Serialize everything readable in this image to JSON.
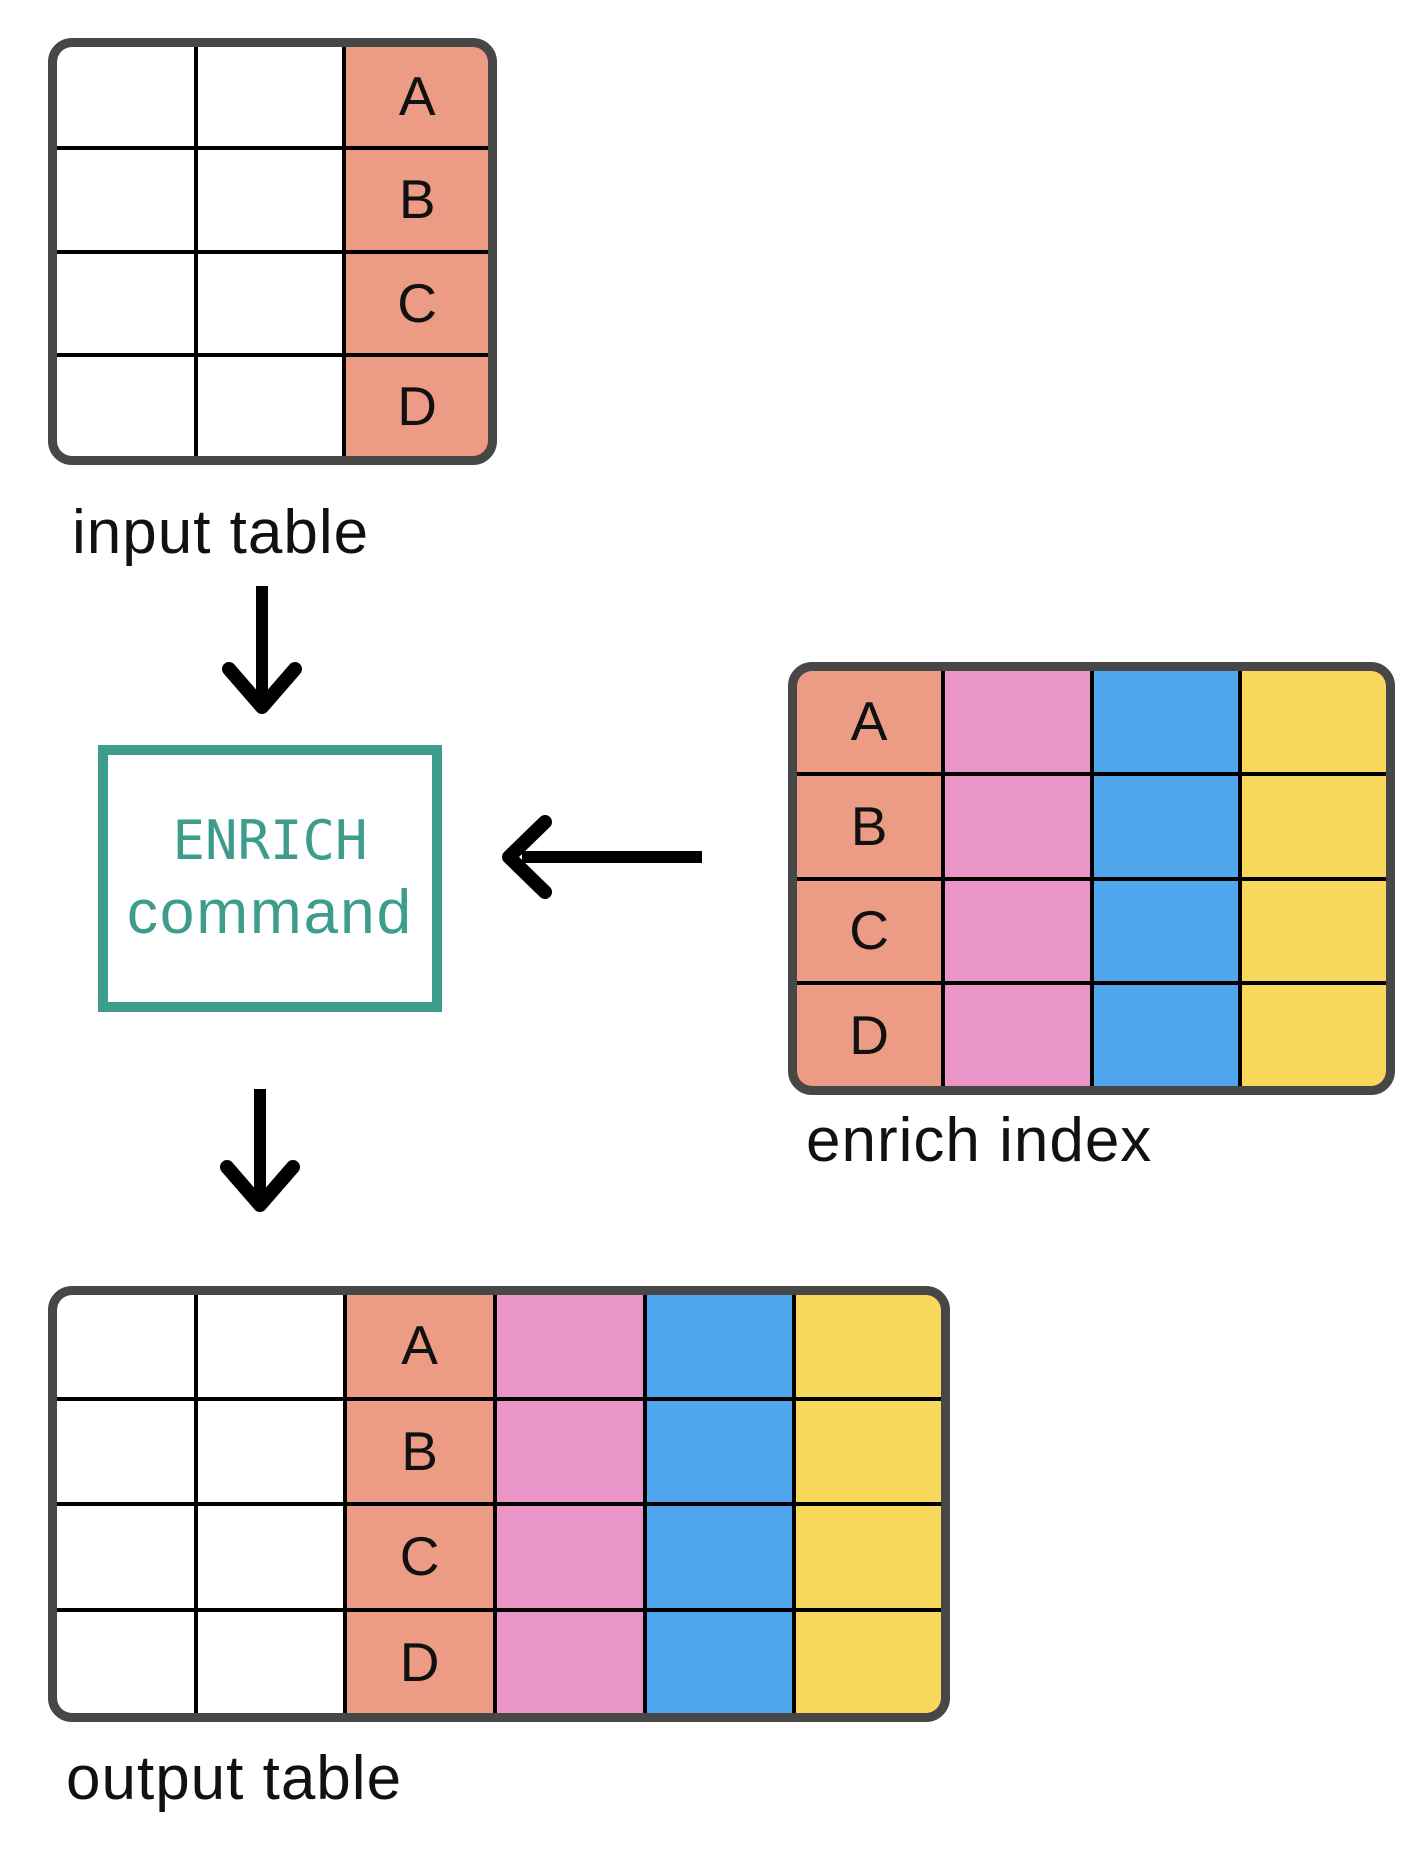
{
  "diagram_title": "ENRICH command data flow",
  "colors": {
    "white": "#FFFFFF",
    "salmon": "#EC9B84",
    "pink": "#E995C7",
    "blue": "#4FA6EC",
    "yellow": "#F7D85A",
    "teal": "#3D9C8B",
    "table_border": "#474747",
    "grid_line": "#000000",
    "arrow": "#000000",
    "label_text": "#111111"
  },
  "labels": {
    "input_table": "input table",
    "enrich_index": "enrich index",
    "output_table": "output table"
  },
  "enrich_box": {
    "line1": "ENRICH",
    "line2": "command"
  },
  "tables": {
    "input": {
      "description": "3 columns x 4 rows; last column highlighted with match keys",
      "rows": [
        [
          {
            "c": "white"
          },
          {
            "c": "white"
          },
          {
            "c": "salmon",
            "t": "A"
          }
        ],
        [
          {
            "c": "white"
          },
          {
            "c": "white"
          },
          {
            "c": "salmon",
            "t": "B"
          }
        ],
        [
          {
            "c": "white"
          },
          {
            "c": "white"
          },
          {
            "c": "salmon",
            "t": "C"
          }
        ],
        [
          {
            "c": "white"
          },
          {
            "c": "white"
          },
          {
            "c": "salmon",
            "t": "D"
          }
        ]
      ]
    },
    "enrich_index": {
      "description": "4 columns x 4 rows; key column plus pink, blue and yellow enrichment columns",
      "rows": [
        [
          {
            "c": "salmon",
            "t": "A"
          },
          {
            "c": "pink"
          },
          {
            "c": "blue"
          },
          {
            "c": "yellow"
          }
        ],
        [
          {
            "c": "salmon",
            "t": "B"
          },
          {
            "c": "pink"
          },
          {
            "c": "blue"
          },
          {
            "c": "yellow"
          }
        ],
        [
          {
            "c": "salmon",
            "t": "C"
          },
          {
            "c": "pink"
          },
          {
            "c": "blue"
          },
          {
            "c": "yellow"
          }
        ],
        [
          {
            "c": "salmon",
            "t": "D"
          },
          {
            "c": "pink"
          },
          {
            "c": "blue"
          },
          {
            "c": "yellow"
          }
        ]
      ]
    },
    "output": {
      "description": "6 columns x 4 rows; input columns plus enrichment columns appended",
      "rows": [
        [
          {
            "c": "white"
          },
          {
            "c": "white"
          },
          {
            "c": "salmon",
            "t": "A"
          },
          {
            "c": "pink"
          },
          {
            "c": "blue"
          },
          {
            "c": "yellow"
          }
        ],
        [
          {
            "c": "white"
          },
          {
            "c": "white"
          },
          {
            "c": "salmon",
            "t": "B"
          },
          {
            "c": "pink"
          },
          {
            "c": "blue"
          },
          {
            "c": "yellow"
          }
        ],
        [
          {
            "c": "white"
          },
          {
            "c": "white"
          },
          {
            "c": "salmon",
            "t": "C"
          },
          {
            "c": "pink"
          },
          {
            "c": "blue"
          },
          {
            "c": "yellow"
          }
        ],
        [
          {
            "c": "white"
          },
          {
            "c": "white"
          },
          {
            "c": "salmon",
            "t": "D"
          },
          {
            "c": "pink"
          },
          {
            "c": "blue"
          },
          {
            "c": "yellow"
          }
        ]
      ]
    }
  },
  "arrows": [
    {
      "name": "input-table-to-enrich-command",
      "direction": "down"
    },
    {
      "name": "enrich-index-to-enrich-command",
      "direction": "left"
    },
    {
      "name": "enrich-command-to-output-table",
      "direction": "down"
    }
  ]
}
